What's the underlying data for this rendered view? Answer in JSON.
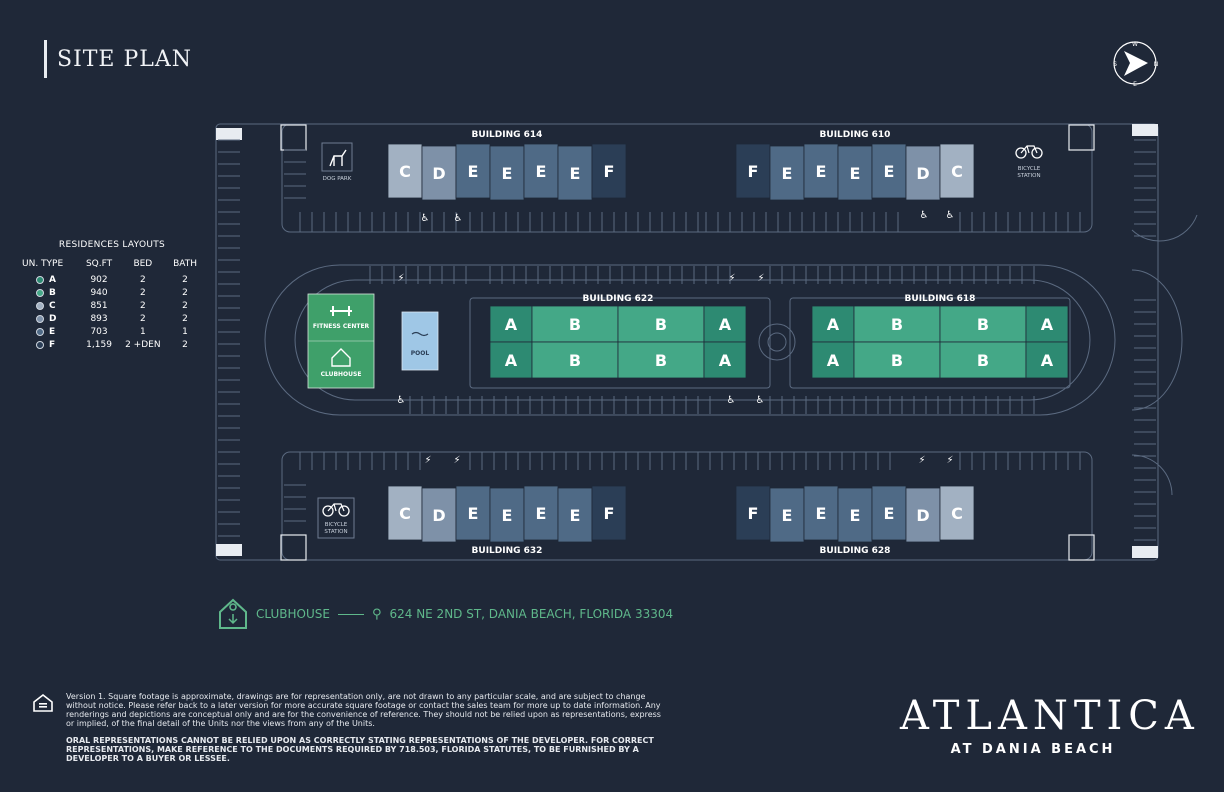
{
  "page": {
    "title": "SITE PLAN"
  },
  "colors": {
    "bg": "#1f2838",
    "A": "#2d8a72",
    "B": "#44a887",
    "C": "#a2b1c2",
    "D": "#7e91a8",
    "E": "#4f6a86",
    "F": "#2b3e56",
    "amenity": "#3fa06a",
    "pool": "#9fc7e6"
  },
  "legend": {
    "title": "RESIDENCES LAYOUTS",
    "headers": [
      "UN. TYPE",
      "SQ.FT",
      "BED",
      "BATH"
    ],
    "rows": [
      {
        "type": "A",
        "sqft": "902",
        "bed": "2",
        "bath": "2"
      },
      {
        "type": "B",
        "sqft": "940",
        "bed": "2",
        "bath": "2"
      },
      {
        "type": "C",
        "sqft": "851",
        "bed": "2",
        "bath": "2"
      },
      {
        "type": "D",
        "sqft": "893",
        "bed": "2",
        "bath": "2"
      },
      {
        "type": "E",
        "sqft": "703",
        "bed": "1",
        "bath": "1"
      },
      {
        "type": "F",
        "sqft": "1,159",
        "bed": "2 +DEN",
        "bath": "2"
      }
    ]
  },
  "buildings": [
    {
      "name": "BUILDING 614",
      "units": [
        "C",
        "D",
        "E",
        "E",
        "E",
        "E",
        "F"
      ]
    },
    {
      "name": "BUILDING 610",
      "units": [
        "F",
        "E",
        "E",
        "E",
        "E",
        "D",
        "C"
      ]
    },
    {
      "name": "BUILDING 622",
      "top": [
        "A",
        "B",
        "B",
        "A"
      ],
      "bottom": [
        "A",
        "B",
        "B",
        "A"
      ]
    },
    {
      "name": "BUILDING 618",
      "top": [
        "A",
        "B",
        "B",
        "A"
      ],
      "bottom": [
        "A",
        "B",
        "B",
        "A"
      ]
    },
    {
      "name": "BUILDING 632",
      "units": [
        "C",
        "D",
        "E",
        "E",
        "E",
        "E",
        "F"
      ]
    },
    {
      "name": "BUILDING 628",
      "units": [
        "F",
        "E",
        "E",
        "E",
        "E",
        "D",
        "C"
      ]
    }
  ],
  "amenities": {
    "fitness": "FITNESS CENTER",
    "clubhouse": "CLUBHOUSE",
    "pool": "POOL",
    "dog_park": "DOG PARK",
    "bicycle": [
      "BICYCLE",
      "STATION"
    ]
  },
  "compass": {
    "w": "W",
    "n": "N",
    "e": "E",
    "s": "S"
  },
  "address": {
    "label": "CLUBHOUSE",
    "text": "624 NE 2ND ST, DANIA BEACH, FLORIDA 33304"
  },
  "disclaimer": {
    "p1": "Version 1. Square footage is approximate, drawings are for representation only, are not drawn to any particular scale, and are subject to change without notice. Please refer back to a later version for more accurate square footage or contact the sales team for more up to date information. Any renderings and depictions are conceptual only and are for the convenience of reference. They should not be relied upon as representations, express or implied, of the final detail of the Units nor the views from any of the Units.",
    "p2": "ORAL REPRESENTATIONS CANNOT BE RELIED UPON AS CORRECTLY STATING REPRESENTATIONS OF THE DEVELOPER. FOR CORRECT REPRESENTATIONS, MAKE REFERENCE TO THE DOCUMENTS REQUIRED BY 718.503, FLORIDA STATUTES, TO BE FURNISHED BY A DEVELOPER TO A BUYER OR LESSEE.",
    "eho": "EQUAL HOUSING"
  },
  "brand": {
    "name": "ATLANTICA",
    "sub": "AT DANIA BEACH"
  }
}
